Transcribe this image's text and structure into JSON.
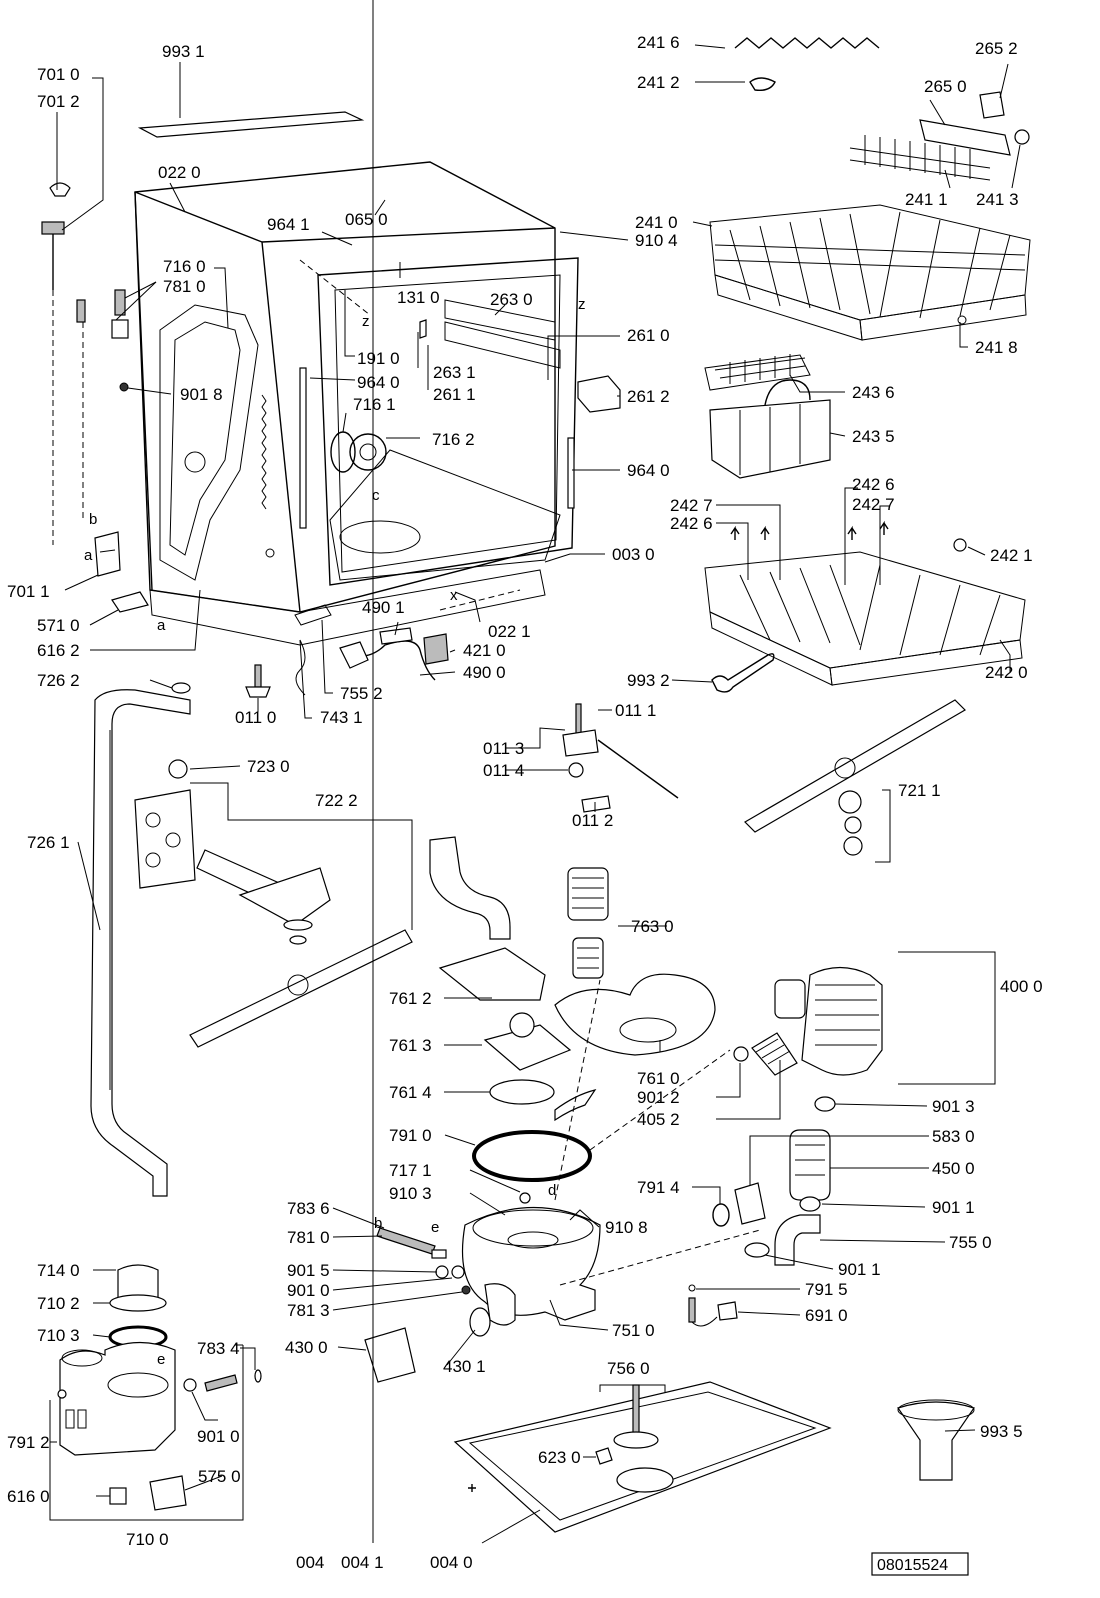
{
  "document_code": "08015524",
  "labels": [
    {
      "id": "993-1",
      "text": "993 1"
    },
    {
      "id": "701-0",
      "text": "701 0"
    },
    {
      "id": "701-2",
      "text": "701 2"
    },
    {
      "id": "022-0",
      "text": "022 0"
    },
    {
      "id": "065-0",
      "text": "065 0"
    },
    {
      "id": "964-1",
      "text": "964 1"
    },
    {
      "id": "716-0",
      "text": "716 0"
    },
    {
      "id": "781-0a",
      "text": "781 0"
    },
    {
      "id": "131-0",
      "text": "131 0"
    },
    {
      "id": "191-0",
      "text": "191 0"
    },
    {
      "id": "964-0a",
      "text": "964 0"
    },
    {
      "id": "901-8",
      "text": "901 8"
    },
    {
      "id": "716-1",
      "text": "716 1"
    },
    {
      "id": "716-2",
      "text": "716 2"
    },
    {
      "id": "263-0",
      "text": "263 0"
    },
    {
      "id": "263-1",
      "text": "263 1"
    },
    {
      "id": "261-1",
      "text": "261 1"
    },
    {
      "id": "261-0",
      "text": "261 0"
    },
    {
      "id": "261-2",
      "text": "261 2"
    },
    {
      "id": "964-0b",
      "text": "964 0"
    },
    {
      "id": "003-0",
      "text": "003 0"
    },
    {
      "id": "701-1",
      "text": "701 1"
    },
    {
      "id": "571-0",
      "text": "571 0"
    },
    {
      "id": "616-2",
      "text": "616 2"
    },
    {
      "id": "490-1",
      "text": "490 1"
    },
    {
      "id": "022-1",
      "text": "022 1"
    },
    {
      "id": "421-0",
      "text": "421 0"
    },
    {
      "id": "490-0",
      "text": "490 0"
    },
    {
      "id": "755-2",
      "text": "755 2"
    },
    {
      "id": "743-1",
      "text": "743 1"
    },
    {
      "id": "011-0",
      "text": "011 0"
    },
    {
      "id": "726-2",
      "text": "726 2"
    },
    {
      "id": "723-0",
      "text": "723 0"
    },
    {
      "id": "722-2",
      "text": "722 2"
    },
    {
      "id": "726-1",
      "text": "726 1"
    },
    {
      "id": "241-6",
      "text": "241 6"
    },
    {
      "id": "241-2",
      "text": "241 2"
    },
    {
      "id": "265-2",
      "text": "265 2"
    },
    {
      "id": "265-0",
      "text": "265 0"
    },
    {
      "id": "241-1",
      "text": "241 1"
    },
    {
      "id": "241-3",
      "text": "241 3"
    },
    {
      "id": "241-0",
      "text": "241 0"
    },
    {
      "id": "910-4",
      "text": "910 4"
    },
    {
      "id": "241-8",
      "text": "241 8"
    },
    {
      "id": "243-6",
      "text": "243 6"
    },
    {
      "id": "243-5",
      "text": "243 5"
    },
    {
      "id": "242-7a",
      "text": "242 7"
    },
    {
      "id": "242-6a",
      "text": "242 6"
    },
    {
      "id": "242-6b",
      "text": "242 6"
    },
    {
      "id": "242-7b",
      "text": "242 7"
    },
    {
      "id": "242-1",
      "text": "242 1"
    },
    {
      "id": "242-0",
      "text": "242 0"
    },
    {
      "id": "993-2",
      "text": "993 2"
    },
    {
      "id": "011-1",
      "text": "011 1"
    },
    {
      "id": "011-3",
      "text": "011 3"
    },
    {
      "id": "011-4",
      "text": "011 4"
    },
    {
      "id": "011-2",
      "text": "011 2"
    },
    {
      "id": "721-1",
      "text": "721 1"
    },
    {
      "id": "763-0",
      "text": "763 0"
    },
    {
      "id": "400-0",
      "text": "400 0"
    },
    {
      "id": "761-2",
      "text": "761 2"
    },
    {
      "id": "761-3",
      "text": "761 3"
    },
    {
      "id": "761-0",
      "text": "761 0"
    },
    {
      "id": "761-4",
      "text": "761 4"
    },
    {
      "id": "901-2",
      "text": "901 2"
    },
    {
      "id": "405-2",
      "text": "405 2"
    },
    {
      "id": "901-3",
      "text": "901 3"
    },
    {
      "id": "791-0",
      "text": "791 0"
    },
    {
      "id": "583-0",
      "text": "583 0"
    },
    {
      "id": "717-1",
      "text": "717 1"
    },
    {
      "id": "450-0",
      "text": "450 0"
    },
    {
      "id": "910-3",
      "text": "910 3"
    },
    {
      "id": "791-4",
      "text": "791 4"
    },
    {
      "id": "901-1",
      "text": "901 1"
    },
    {
      "id": "783-6",
      "text": "783 6"
    },
    {
      "id": "910-8",
      "text": "910 8"
    },
    {
      "id": "755-0",
      "text": "755 0"
    },
    {
      "id": "781-0b",
      "text": "781 0"
    },
    {
      "id": "901-1b",
      "text": "901 1"
    },
    {
      "id": "714-0",
      "text": "714 0"
    },
    {
      "id": "901-5",
      "text": "901 5"
    },
    {
      "id": "901-0a",
      "text": "901 0"
    },
    {
      "id": "791-5",
      "text": "791 5"
    },
    {
      "id": "710-2",
      "text": "710 2"
    },
    {
      "id": "781-3",
      "text": "781 3"
    },
    {
      "id": "691-0",
      "text": "691 0"
    },
    {
      "id": "751-0",
      "text": "751 0"
    },
    {
      "id": "710-3",
      "text": "710 3"
    },
    {
      "id": "783-4",
      "text": "783 4"
    },
    {
      "id": "430-0",
      "text": "430 0"
    },
    {
      "id": "430-1",
      "text": "430 1"
    },
    {
      "id": "756-0",
      "text": "756 0"
    },
    {
      "id": "901-0b",
      "text": "901 0"
    },
    {
      "id": "993-5",
      "text": "993 5"
    },
    {
      "id": "623-0",
      "text": "623 0"
    },
    {
      "id": "791-2",
      "text": "791 2"
    },
    {
      "id": "575-0",
      "text": "575 0"
    },
    {
      "id": "616-0",
      "text": "616 0"
    },
    {
      "id": "710-0",
      "text": "710 0"
    },
    {
      "id": "004",
      "text": "004"
    },
    {
      "id": "004-1",
      "text": "004 1"
    },
    {
      "id": "004-0",
      "text": "004 0"
    }
  ],
  "markers": [
    {
      "id": "z1",
      "text": "z"
    },
    {
      "id": "z2",
      "text": "z"
    },
    {
      "id": "b1",
      "text": "b"
    },
    {
      "id": "a1",
      "text": "a"
    },
    {
      "id": "a2",
      "text": "a"
    },
    {
      "id": "c1",
      "text": "c"
    },
    {
      "id": "x1",
      "text": "x"
    },
    {
      "id": "d1",
      "text": "d"
    },
    {
      "id": "e1",
      "text": "e"
    },
    {
      "id": "b2",
      "text": "b"
    },
    {
      "id": "e2",
      "text": "e"
    }
  ]
}
